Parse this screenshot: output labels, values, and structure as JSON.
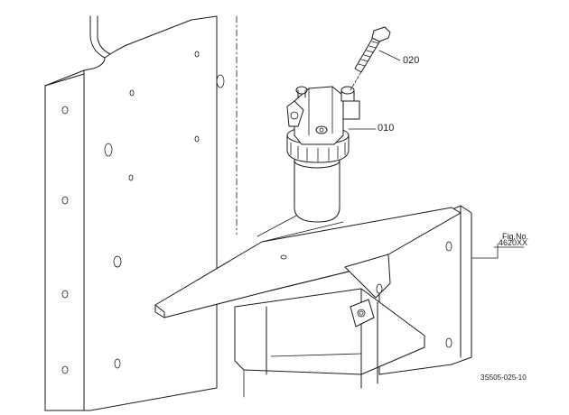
{
  "parts": [
    {
      "number": "020"
    },
    {
      "number": "010"
    }
  ],
  "figure": {
    "label": "Fig.No.",
    "number": "4620XX"
  },
  "drawing_code": "3S505-025-10"
}
